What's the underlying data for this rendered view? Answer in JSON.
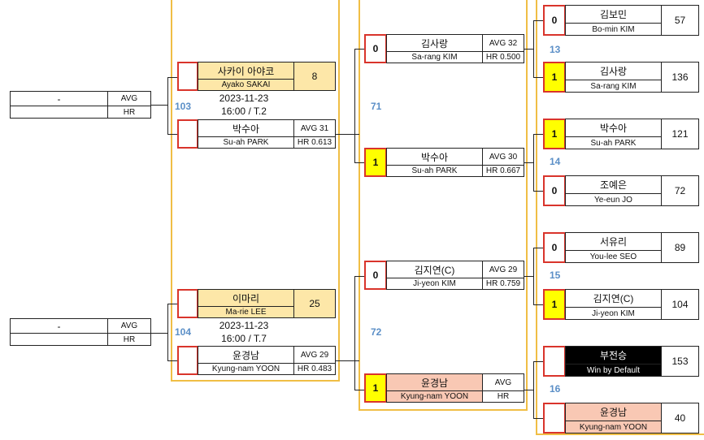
{
  "r0": [
    {
      "name": "-",
      "avg_label": "AVG",
      "hr_label": "HR"
    },
    {
      "name": "-",
      "avg_label": "AVG",
      "hr_label": "HR"
    }
  ],
  "r1": [
    {
      "match_no": "103",
      "date": "2023-11-23",
      "time": "16:00 / T.2",
      "top": {
        "name_ko": "사카이 아야코",
        "name_en": "Ayako SAKAI",
        "score": "8"
      },
      "bottom": {
        "name_ko": "박수아",
        "name_en": "Su-ah PARK",
        "avg": "AVG 31",
        "hr": "HR 0.613"
      }
    },
    {
      "match_no": "104",
      "date": "2023-11-23",
      "time": "16:00 / T.7",
      "top": {
        "name_ko": "이마리",
        "name_en": "Ma-rie LEE",
        "score": "25"
      },
      "bottom": {
        "name_ko": "윤경남",
        "name_en": "Kyung-nam YOON",
        "avg": "AVG 29",
        "hr": "HR 0.483"
      }
    }
  ],
  "r2": [
    {
      "match_no": "71",
      "top": {
        "seed": "0",
        "name_ko": "김사랑",
        "name_en": "Sa-rang KIM",
        "avg": "AVG 32",
        "hr": "HR 0.500"
      },
      "bottom": {
        "seed": "1",
        "name_ko": "박수아",
        "name_en": "Su-ah PARK",
        "avg": "AVG 30",
        "hr": "HR 0.667"
      }
    },
    {
      "match_no": "72",
      "top": {
        "seed": "0",
        "name_ko": "김지연(C)",
        "name_en": "Ji-yeon KIM",
        "avg": "AVG 29",
        "hr": "HR 0.759"
      },
      "bottom": {
        "seed": "1",
        "name_ko": "윤경남",
        "name_en": "Kyung-nam YOON",
        "avg": "AVG",
        "hr": "HR"
      }
    }
  ],
  "r3": [
    {
      "match_no": "13",
      "top": {
        "seed": "0",
        "name_ko": "김보민",
        "name_en": "Bo-min KIM",
        "score": "57"
      },
      "bottom": {
        "seed": "1",
        "name_ko": "김사랑",
        "name_en": "Sa-rang KIM",
        "score": "136"
      }
    },
    {
      "match_no": "14",
      "top": {
        "seed": "1",
        "name_ko": "박수아",
        "name_en": "Su-ah PARK",
        "score": "121"
      },
      "bottom": {
        "seed": "0",
        "name_ko": "조예은",
        "name_en": "Ye-eun JO",
        "score": "72"
      }
    },
    {
      "match_no": "15",
      "top": {
        "seed": "0",
        "name_ko": "서유리",
        "name_en": "You-lee SEO",
        "score": "89"
      },
      "bottom": {
        "seed": "1",
        "name_ko": "김지연(C)",
        "name_en": "Ji-yeon KIM",
        "score": "104"
      }
    },
    {
      "match_no": "16",
      "top": {
        "seed": "",
        "name_ko": "부전승",
        "name_en": "Win by Default",
        "score": "153"
      },
      "bottom": {
        "seed": "",
        "name_ko": "윤경남",
        "name_en": "Kyung-nam YOON",
        "score": "40"
      }
    }
  ],
  "colors": {
    "frame": "#f0be45",
    "seed_border": "#d9342b",
    "winner": "#ffff00",
    "highlight": "#fde7a8",
    "peach": "#f9c8b4",
    "match_no": "#5b8fc7"
  }
}
